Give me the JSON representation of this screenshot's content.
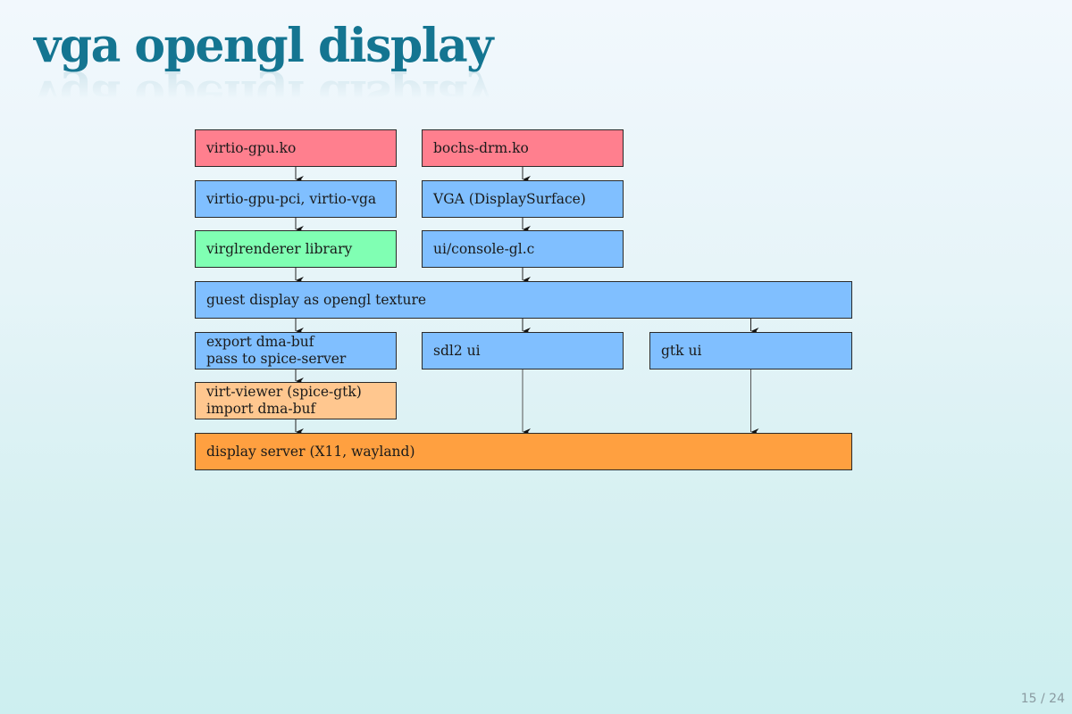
{
  "slide": {
    "title": "vga opengl display",
    "page_number": "15 / 24"
  },
  "diagram": {
    "boxes": {
      "virtio_gpu_ko": {
        "lines": [
          "virtio-gpu.ko"
        ],
        "color": "#ff7f8e"
      },
      "bochs_drm_ko": {
        "lines": [
          "bochs-drm.ko"
        ],
        "color": "#ff7f8e"
      },
      "virtio_gpu_pci": {
        "lines": [
          "virtio-gpu-pci, virtio-vga"
        ],
        "color": "#80bfff"
      },
      "vga_displaysurface": {
        "lines": [
          "VGA (DisplaySurface)"
        ],
        "color": "#80bfff"
      },
      "virglrenderer": {
        "lines": [
          "virglrenderer library"
        ],
        "color": "#80ffb3"
      },
      "console_gl": {
        "lines": [
          "ui/console-gl.c"
        ],
        "color": "#80bfff"
      },
      "guest_display": {
        "lines": [
          "guest display as opengl texture"
        ],
        "color": "#80bfff"
      },
      "export_dmabuf": {
        "lines": [
          "export dma-buf",
          "pass to spice-server"
        ],
        "color": "#80bfff"
      },
      "sdl2_ui": {
        "lines": [
          "sdl2 ui"
        ],
        "color": "#80bfff"
      },
      "gtk_ui": {
        "lines": [
          "gtk ui"
        ],
        "color": "#80bfff"
      },
      "virt_viewer": {
        "lines": [
          "virt-viewer (spice-gtk)",
          "import dma-buf"
        ],
        "color": "#ffc78f"
      },
      "display_server": {
        "lines": [
          "display server (X11, wayland)"
        ],
        "color": "#ffa040"
      }
    },
    "edges": [
      [
        "virtio_gpu_ko",
        "virtio_gpu_pci"
      ],
      [
        "bochs_drm_ko",
        "vga_displaysurface"
      ],
      [
        "virtio_gpu_pci",
        "virglrenderer"
      ],
      [
        "vga_displaysurface",
        "console_gl"
      ],
      [
        "virglrenderer",
        "guest_display"
      ],
      [
        "console_gl",
        "guest_display"
      ],
      [
        "guest_display",
        "export_dmabuf"
      ],
      [
        "guest_display",
        "sdl2_ui"
      ],
      [
        "guest_display",
        "gtk_ui"
      ],
      [
        "export_dmabuf",
        "virt_viewer"
      ],
      [
        "virt_viewer",
        "display_server"
      ],
      [
        "sdl2_ui",
        "display_server"
      ],
      [
        "gtk_ui",
        "display_server"
      ]
    ]
  }
}
